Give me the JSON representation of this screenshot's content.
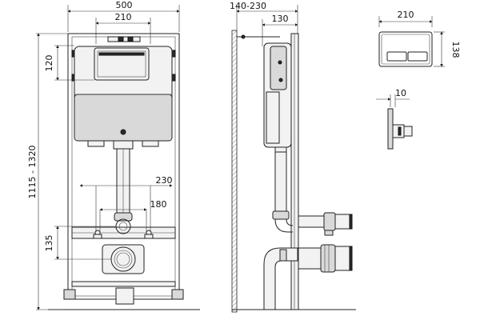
{
  "front_view": {
    "width_label": "500",
    "top_inner_label": "210",
    "left_top_label": "120",
    "height_label": "1115 - 1320",
    "outer_pipe_label": "230",
    "inner_pipe_label": "180",
    "bottom_label": "135"
  },
  "side_view": {
    "depth_range_label": "140-230",
    "depth_label": "130"
  },
  "button_panel": {
    "width_label": "210",
    "height_label": "138",
    "thickness_label": "10"
  }
}
